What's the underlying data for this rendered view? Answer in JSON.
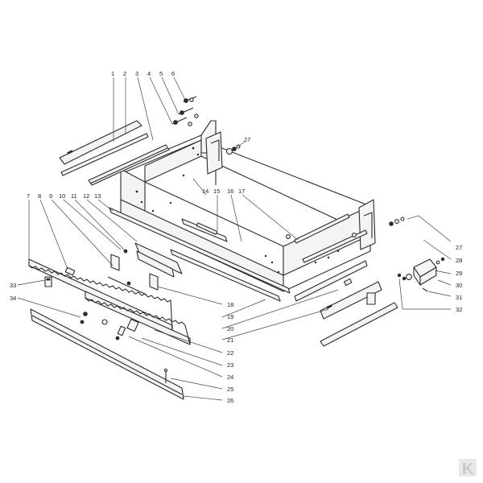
{
  "callouts": {
    "n1": "1",
    "n2": "2",
    "n3": "3",
    "n4": "4",
    "n5": "5",
    "n6": "6",
    "n7": "7",
    "n8": "8",
    "n9": "9",
    "n10": "10",
    "n11": "11",
    "n12": "12",
    "n13": "13",
    "n14": "14",
    "n15": "15",
    "n16": "16",
    "n17": "17",
    "n18": "18",
    "n19": "19",
    "n20": "20",
    "n21": "21",
    "n22": "22",
    "n23": "23",
    "n24": "24",
    "n25": "25",
    "n26": "26",
    "n27a": "27",
    "n27b": "27",
    "n28": "28",
    "n29": "29",
    "n30": "30",
    "n31": "31",
    "n32": "32",
    "n33": "33",
    "n34": "34"
  },
  "logo": {
    "text": "K",
    "color": "#c8c8c8"
  }
}
